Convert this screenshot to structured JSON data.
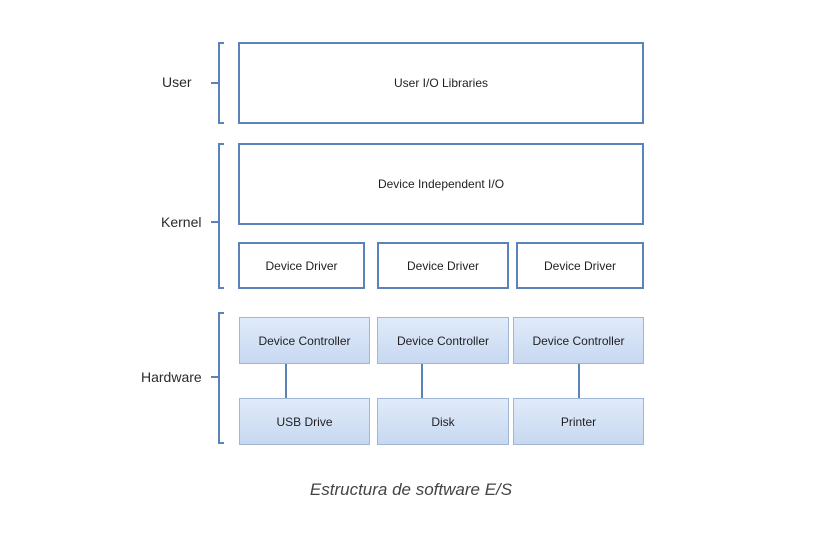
{
  "layers": {
    "user": "User",
    "kernel": "Kernel",
    "hardware": "Hardware"
  },
  "boxes": {
    "user_io_libraries": "User I/O Libraries",
    "device_independent_io": "Device Independent I/O",
    "drivers": [
      "Device Driver",
      "Device Driver",
      "Device Driver"
    ],
    "controllers": [
      "Device Controller",
      "Device Controller",
      "Device Controller"
    ],
    "devices": [
      "USB Drive",
      "Disk",
      "Printer"
    ]
  },
  "caption": "Estructura de software E/S",
  "colors": {
    "box_border": "#5a84b8",
    "hardware_fill": "#d3e1f5"
  }
}
